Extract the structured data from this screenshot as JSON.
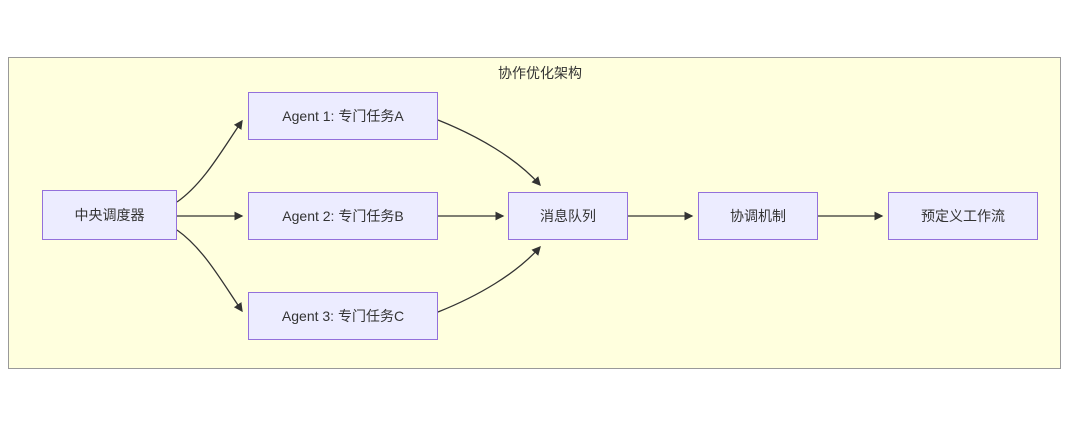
{
  "diagram": {
    "type": "flowchart",
    "title": "协作优化架构",
    "nodes": {
      "scheduler": {
        "label": "中央调度器"
      },
      "agent1": {
        "label": "Agent 1: 专门任务A"
      },
      "agent2": {
        "label": "Agent 2: 专门任务B"
      },
      "agent3": {
        "label": "Agent 3: 专门任务C"
      },
      "queue": {
        "label": "消息队列"
      },
      "coordination": {
        "label": "协调机制"
      },
      "workflow": {
        "label": "预定义工作流"
      }
    },
    "edges": [
      {
        "from": "中央调度器",
        "to": "Agent 1: 专门任务A"
      },
      {
        "from": "中央调度器",
        "to": "Agent 2: 专门任务B"
      },
      {
        "from": "中央调度器",
        "to": "Agent 3: 专门任务C"
      },
      {
        "from": "Agent 1: 专门任务A",
        "to": "消息队列"
      },
      {
        "from": "Agent 2: 专门任务B",
        "to": "消息队列"
      },
      {
        "from": "Agent 3: 专门任务C",
        "to": "消息队列"
      },
      {
        "from": "消息队列",
        "to": "协调机制"
      },
      {
        "from": "协调机制",
        "to": "预定义工作流"
      }
    ],
    "colors": {
      "node_fill": "#ECECFF",
      "node_border": "#9370DB",
      "cluster_fill": "#FFFFDE",
      "cluster_border": "#999999",
      "edge": "#333333",
      "text": "#333333"
    }
  }
}
